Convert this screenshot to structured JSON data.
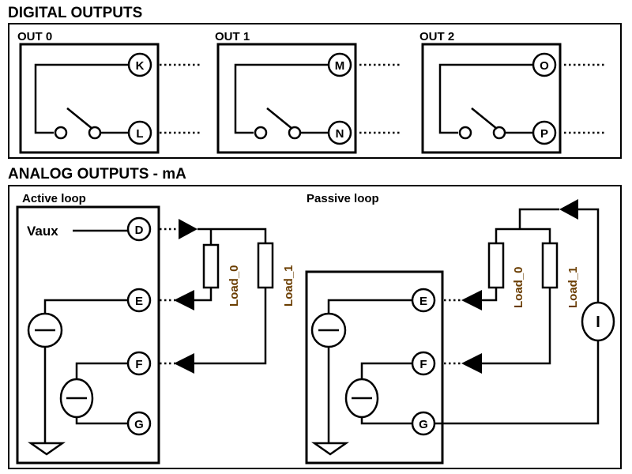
{
  "digital": {
    "title": "DIGITAL OUTPUTS",
    "outputs": [
      {
        "label": "OUT 0",
        "top": "K",
        "bottom": "L"
      },
      {
        "label": "OUT 1",
        "top": "M",
        "bottom": "N"
      },
      {
        "label": "OUT 2",
        "top": "O",
        "bottom": "P"
      }
    ]
  },
  "analog": {
    "title": "ANALOG OUTPUTS - mA",
    "active": {
      "label": "Active loop",
      "vaux": "Vaux",
      "terminals": [
        "D",
        "E",
        "F",
        "G"
      ],
      "loads": [
        "Load_0",
        "Load_1"
      ]
    },
    "passive": {
      "label": "Passive loop",
      "terminals": [
        "E",
        "F",
        "G"
      ],
      "loads": [
        "Load_0",
        "Load_1"
      ],
      "source": "I"
    }
  }
}
